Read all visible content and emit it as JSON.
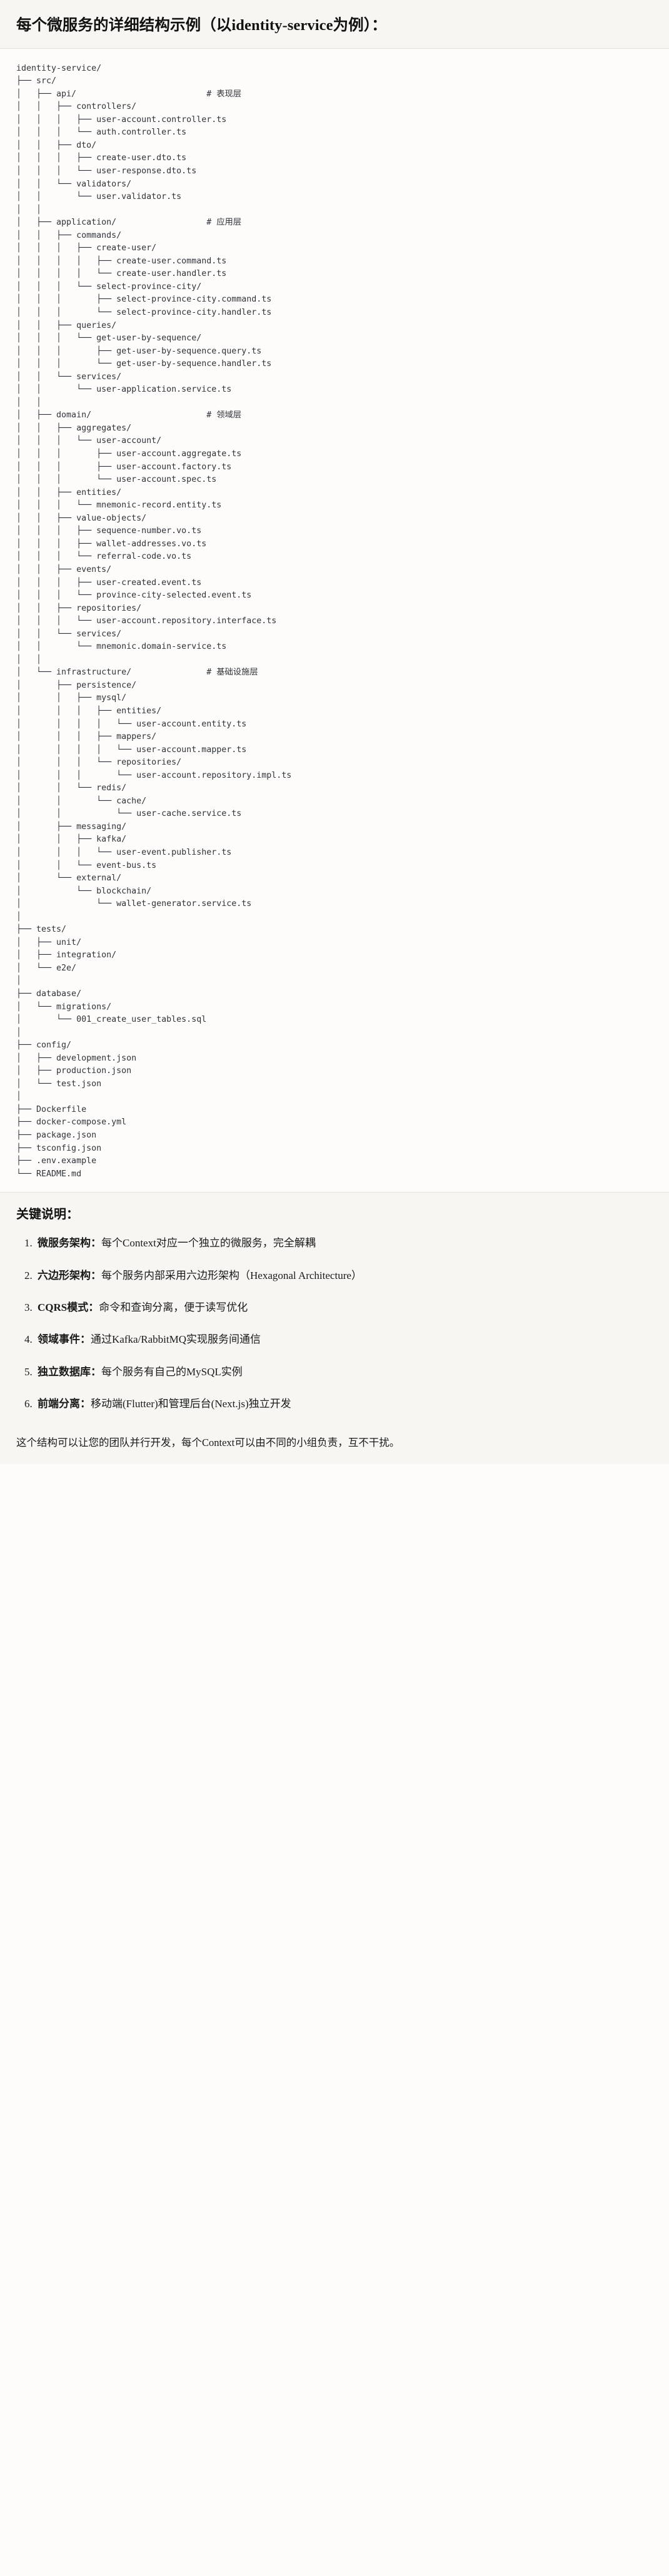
{
  "header": {
    "title": "每个微服务的详细结构示例（以identity-service为例）："
  },
  "tree": {
    "text": "identity-service/\n├── src/\n│   ├── api/                          # 表现层\n│   │   ├── controllers/\n│   │   │   ├── user-account.controller.ts\n│   │   │   └── auth.controller.ts\n│   │   ├── dto/\n│   │   │   ├── create-user.dto.ts\n│   │   │   └── user-response.dto.ts\n│   │   └── validators/\n│   │       └── user.validator.ts\n│   │\n│   ├── application/                  # 应用层\n│   │   ├── commands/\n│   │   │   ├── create-user/\n│   │   │   │   ├── create-user.command.ts\n│   │   │   │   └── create-user.handler.ts\n│   │   │   └── select-province-city/\n│   │   │       ├── select-province-city.command.ts\n│   │   │       └── select-province-city.handler.ts\n│   │   ├── queries/\n│   │   │   └── get-user-by-sequence/\n│   │   │       ├── get-user-by-sequence.query.ts\n│   │   │       └── get-user-by-sequence.handler.ts\n│   │   └── services/\n│   │       └── user-application.service.ts\n│   │\n│   ├── domain/                       # 领域层\n│   │   ├── aggregates/\n│   │   │   └── user-account/\n│   │   │       ├── user-account.aggregate.ts\n│   │   │       ├── user-account.factory.ts\n│   │   │       └── user-account.spec.ts\n│   │   ├── entities/\n│   │   │   └── mnemonic-record.entity.ts\n│   │   ├── value-objects/\n│   │   │   ├── sequence-number.vo.ts\n│   │   │   ├── wallet-addresses.vo.ts\n│   │   │   └── referral-code.vo.ts\n│   │   ├── events/\n│   │   │   ├── user-created.event.ts\n│   │   │   └── province-city-selected.event.ts\n│   │   ├── repositories/\n│   │   │   └── user-account.repository.interface.ts\n│   │   └── services/\n│   │       └── mnemonic.domain-service.ts\n│   │\n│   └── infrastructure/               # 基础设施层\n│       ├── persistence/\n│       │   ├── mysql/\n│       │   │   ├── entities/\n│       │   │   │   └── user-account.entity.ts\n│       │   │   ├── mappers/\n│       │   │   │   └── user-account.mapper.ts\n│       │   │   └── repositories/\n│       │   │       └── user-account.repository.impl.ts\n│       │   └── redis/\n│       │       └── cache/\n│       │           └── user-cache.service.ts\n│       ├── messaging/\n│       │   ├── kafka/\n│       │   │   └── user-event.publisher.ts\n│       │   └── event-bus.ts\n│       └── external/\n│           └── blockchain/\n│               └── wallet-generator.service.ts\n│\n├── tests/\n│   ├── unit/\n│   ├── integration/\n│   └── e2e/\n│\n├── database/\n│   └── migrations/\n│       └── 001_create_user_tables.sql\n│\n├── config/\n│   ├── development.json\n│   ├── production.json\n│   └── test.json\n│\n├── Dockerfile\n├── docker-compose.yml\n├── package.json\n├── tsconfig.json\n├── .env.example\n└── README.md"
  },
  "notes": {
    "title": "关键说明：",
    "items": [
      {
        "term": "微服务架构",
        "sep": "：",
        "desc": "每个Context对应一个独立的微服务，完全解耦"
      },
      {
        "term": "六边形架构",
        "sep": "：",
        "desc": "每个服务内部采用六边形架构（Hexagonal Architecture）"
      },
      {
        "term": "CQRS模式",
        "sep": "：",
        "desc": "命令和查询分离，便于读写优化"
      },
      {
        "term": "领域事件",
        "sep": "：",
        "desc": "通过Kafka/RabbitMQ实现服务间通信"
      },
      {
        "term": "独立数据库",
        "sep": "：",
        "desc": "每个服务有自己的MySQL实例"
      },
      {
        "term": "前端分离",
        "sep": "：",
        "desc": "移动端(Flutter)和管理后台(Next.js)独立开发"
      }
    ]
  },
  "closing": {
    "text": "这个结构可以让您的团队并行开发，每个Context可以由不同的小组负责，互不干扰。"
  }
}
